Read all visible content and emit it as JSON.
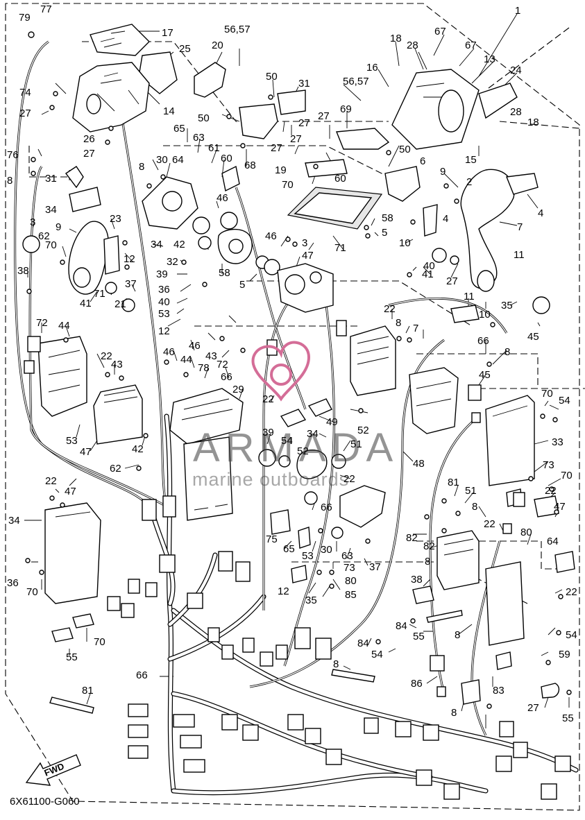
{
  "diagram": {
    "code": "6X61100-G060",
    "fwd_label": "FWD",
    "watermark_main": "ARMADA",
    "watermark_sub": "marine outboards",
    "labels": [
      {
        "id": "l79",
        "text": "79"
      },
      {
        "id": "l77",
        "text": "77"
      },
      {
        "id": "l17",
        "text": "17"
      },
      {
        "id": "l25",
        "text": "25"
      },
      {
        "id": "l5657a",
        "text": "56,57"
      },
      {
        "id": "l20",
        "text": "20"
      },
      {
        "id": "l18a",
        "text": "18"
      },
      {
        "id": "l28a",
        "text": "28"
      },
      {
        "id": "l67a",
        "text": "67"
      },
      {
        "id": "l67b",
        "text": "67"
      },
      {
        "id": "l1",
        "text": "1"
      },
      {
        "id": "l13",
        "text": "13"
      },
      {
        "id": "l16",
        "text": "16"
      },
      {
        "id": "l24",
        "text": "24"
      },
      {
        "id": "l74",
        "text": "74"
      },
      {
        "id": "l27a",
        "text": "27"
      },
      {
        "id": "l14",
        "text": "14"
      },
      {
        "id": "l50a",
        "text": "50"
      },
      {
        "id": "l31a",
        "text": "31"
      },
      {
        "id": "l5657b",
        "text": "56,57"
      },
      {
        "id": "l28b",
        "text": "28"
      },
      {
        "id": "l18b",
        "text": "18"
      },
      {
        "id": "l26",
        "text": "26"
      },
      {
        "id": "l27b",
        "text": "27"
      },
      {
        "id": "l50b",
        "text": "50"
      },
      {
        "id": "l27c",
        "text": "27"
      },
      {
        "id": "l69",
        "text": "69"
      },
      {
        "id": "l27d",
        "text": "27"
      },
      {
        "id": "l65a",
        "text": "65"
      },
      {
        "id": "l63a",
        "text": "63"
      },
      {
        "id": "l27e",
        "text": "27"
      },
      {
        "id": "l15",
        "text": "15"
      },
      {
        "id": "l76",
        "text": "76"
      },
      {
        "id": "l61",
        "text": "61"
      },
      {
        "id": "l50c",
        "text": "50"
      },
      {
        "id": "l27f",
        "text": "27"
      },
      {
        "id": "l8a",
        "text": "8"
      },
      {
        "id": "l8b",
        "text": "8"
      },
      {
        "id": "l30a",
        "text": "30"
      },
      {
        "id": "l64a",
        "text": "64"
      },
      {
        "id": "l60a",
        "text": "60"
      },
      {
        "id": "l68",
        "text": "68"
      },
      {
        "id": "l19",
        "text": "19"
      },
      {
        "id": "l6",
        "text": "6"
      },
      {
        "id": "l31b",
        "text": "31"
      },
      {
        "id": "l60b",
        "text": "60"
      },
      {
        "id": "l70a",
        "text": "70"
      },
      {
        "id": "l9a",
        "text": "9"
      },
      {
        "id": "l2",
        "text": "2"
      },
      {
        "id": "l4a",
        "text": "4"
      },
      {
        "id": "l34a",
        "text": "34"
      },
      {
        "id": "l46a",
        "text": "46"
      },
      {
        "id": "l58a",
        "text": "58"
      },
      {
        "id": "l5a",
        "text": "5"
      },
      {
        "id": "l4b",
        "text": "4"
      },
      {
        "id": "l7a",
        "text": "7"
      },
      {
        "id": "l3a",
        "text": "3"
      },
      {
        "id": "l9b",
        "text": "9"
      },
      {
        "id": "l23",
        "text": "23"
      },
      {
        "id": "l71a",
        "text": "71"
      },
      {
        "id": "l10a",
        "text": "10"
      },
      {
        "id": "l62a",
        "text": "62"
      },
      {
        "id": "l34b",
        "text": "34"
      },
      {
        "id": "l42a",
        "text": "42"
      },
      {
        "id": "l46b",
        "text": "46"
      },
      {
        "id": "l3b",
        "text": "3"
      },
      {
        "id": "l11a",
        "text": "11"
      },
      {
        "id": "l70b",
        "text": "70"
      },
      {
        "id": "l12a",
        "text": "12"
      },
      {
        "id": "l32",
        "text": "32"
      },
      {
        "id": "l58b",
        "text": "58"
      },
      {
        "id": "l47a",
        "text": "47"
      },
      {
        "id": "l40a",
        "text": "40"
      },
      {
        "id": "l41a",
        "text": "41"
      },
      {
        "id": "l27g",
        "text": "27"
      },
      {
        "id": "l38a",
        "text": "38"
      },
      {
        "id": "l39a",
        "text": "39"
      },
      {
        "id": "l5b",
        "text": "5"
      },
      {
        "id": "l41b",
        "text": "41"
      },
      {
        "id": "l71b",
        "text": "71"
      },
      {
        "id": "l37a",
        "text": "37"
      },
      {
        "id": "l36a",
        "text": "36"
      },
      {
        "id": "l40b",
        "text": "40"
      },
      {
        "id": "l21",
        "text": "21"
      },
      {
        "id": "l11b",
        "text": "11"
      },
      {
        "id": "l10b",
        "text": "10"
      },
      {
        "id": "l35a",
        "text": "35"
      },
      {
        "id": "l53a",
        "text": "53"
      },
      {
        "id": "l22a",
        "text": "22"
      },
      {
        "id": "l8c",
        "text": "8"
      },
      {
        "id": "l7b",
        "text": "7"
      },
      {
        "id": "l45a",
        "text": "45"
      },
      {
        "id": "l12b",
        "text": "12"
      },
      {
        "id": "l66a",
        "text": "66"
      },
      {
        "id": "l72a",
        "text": "72"
      },
      {
        "id": "l44a",
        "text": "44"
      },
      {
        "id": "l46c",
        "text": "46"
      },
      {
        "id": "l43a",
        "text": "43"
      },
      {
        "id": "l72b",
        "text": "72"
      },
      {
        "id": "l8d",
        "text": "8"
      },
      {
        "id": "l22b",
        "text": "22"
      },
      {
        "id": "l43b",
        "text": "43"
      },
      {
        "id": "l46d",
        "text": "46"
      },
      {
        "id": "l44b",
        "text": "44"
      },
      {
        "id": "l78",
        "text": "78"
      },
      {
        "id": "l66b",
        "text": "66"
      },
      {
        "id": "l45b",
        "text": "45"
      },
      {
        "id": "l29",
        "text": "29"
      },
      {
        "id": "l22c",
        "text": "22"
      },
      {
        "id": "l70c",
        "text": "70"
      },
      {
        "id": "l54a",
        "text": "54"
      },
      {
        "id": "l49",
        "text": "49"
      },
      {
        "id": "l52a",
        "text": "52"
      },
      {
        "id": "l53b",
        "text": "53"
      },
      {
        "id": "l47b",
        "text": "47"
      },
      {
        "id": "l42b",
        "text": "42"
      },
      {
        "id": "l39b",
        "text": "39"
      },
      {
        "id": "l54b",
        "text": "54"
      },
      {
        "id": "l34c",
        "text": "34"
      },
      {
        "id": "l51a",
        "text": "51"
      },
      {
        "id": "l33",
        "text": "33"
      },
      {
        "id": "l52b",
        "text": "52"
      },
      {
        "id": "l48",
        "text": "48"
      },
      {
        "id": "l62b",
        "text": "62"
      },
      {
        "id": "l22d",
        "text": "22"
      },
      {
        "id": "l73a",
        "text": "73"
      },
      {
        "id": "l70d",
        "text": "70"
      },
      {
        "id": "l22e",
        "text": "22"
      },
      {
        "id": "l47c",
        "text": "47"
      },
      {
        "id": "l81a",
        "text": "81"
      },
      {
        "id": "l22f",
        "text": "22"
      },
      {
        "id": "l51b",
        "text": "51"
      },
      {
        "id": "l34d",
        "text": "34"
      },
      {
        "id": "l66c",
        "text": "66"
      },
      {
        "id": "l8e",
        "text": "8"
      },
      {
        "id": "l47d",
        "text": "47"
      },
      {
        "id": "l82a",
        "text": "82"
      },
      {
        "id": "l22g",
        "text": "22"
      },
      {
        "id": "l82b",
        "text": "82"
      },
      {
        "id": "l80a",
        "text": "80"
      },
      {
        "id": "l64b",
        "text": "64"
      },
      {
        "id": "l75",
        "text": "75"
      },
      {
        "id": "l65b",
        "text": "65"
      },
      {
        "id": "l30b",
        "text": "30"
      },
      {
        "id": "l63b",
        "text": "63"
      },
      {
        "id": "l53c",
        "text": "53"
      },
      {
        "id": "l8f",
        "text": "8"
      },
      {
        "id": "l37b",
        "text": "37"
      },
      {
        "id": "l73b",
        "text": "73"
      },
      {
        "id": "l36b",
        "text": "36"
      },
      {
        "id": "l80b",
        "text": "80"
      },
      {
        "id": "l38b",
        "text": "38"
      },
      {
        "id": "l12c",
        "text": "12"
      },
      {
        "id": "l35b",
        "text": "35"
      },
      {
        "id": "l85",
        "text": "85"
      },
      {
        "id": "l22h",
        "text": "22"
      },
      {
        "id": "l70e",
        "text": "70"
      },
      {
        "id": "l84a",
        "text": "84"
      },
      {
        "id": "l55a",
        "text": "55"
      },
      {
        "id": "l8g",
        "text": "8"
      },
      {
        "id": "l54c",
        "text": "54"
      },
      {
        "id": "l70f",
        "text": "70"
      },
      {
        "id": "l84b",
        "text": "84"
      },
      {
        "id": "l54d",
        "text": "54"
      },
      {
        "id": "l55b",
        "text": "55"
      },
      {
        "id": "l8h",
        "text": "8"
      },
      {
        "id": "l59",
        "text": "59"
      },
      {
        "id": "l66d",
        "text": "66"
      },
      {
        "id": "l86",
        "text": "86"
      },
      {
        "id": "l83",
        "text": "83"
      },
      {
        "id": "l27h",
        "text": "27"
      },
      {
        "id": "l55c",
        "text": "55"
      },
      {
        "id": "l81b",
        "text": "81"
      },
      {
        "id": "l8i",
        "text": "8"
      }
    ]
  }
}
